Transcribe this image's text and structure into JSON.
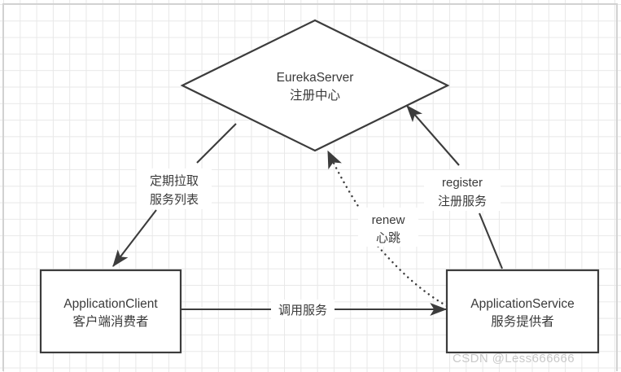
{
  "diagram": {
    "type": "architecture-flow",
    "watermark": "CSDN @Less666666",
    "nodes": [
      {
        "id": "eureka-server",
        "shape": "diamond",
        "title": "EurekaServer",
        "subtitle": "注册中心"
      },
      {
        "id": "application-client",
        "shape": "rectangle",
        "title": "ApplicationClient",
        "subtitle": "客户端消费者"
      },
      {
        "id": "application-service",
        "shape": "rectangle",
        "title": "ApplicationService",
        "subtitle": "服务提供者"
      }
    ],
    "edges": [
      {
        "id": "pull-service-list",
        "from": "eureka-server",
        "to": "application-client",
        "style": "solid",
        "label_line1": "定期拉取",
        "label_line2": "服务列表"
      },
      {
        "id": "register-service",
        "from": "application-service",
        "to": "eureka-server",
        "style": "solid",
        "label_line1": "register",
        "label_line2": "注册服务"
      },
      {
        "id": "renew-heartbeat",
        "from": "application-service",
        "to": "eureka-server",
        "style": "dotted",
        "label_line1": "renew",
        "label_line2": "心跳"
      },
      {
        "id": "invoke-service",
        "from": "application-client",
        "to": "application-service",
        "style": "solid",
        "label_line1": "调用服务",
        "label_line2": ""
      }
    ],
    "colors": {
      "stroke": "#3c3c3c",
      "text": "#3a3a3a",
      "grid": "#e8e8e8",
      "watermark": "#c9c9c9"
    }
  }
}
